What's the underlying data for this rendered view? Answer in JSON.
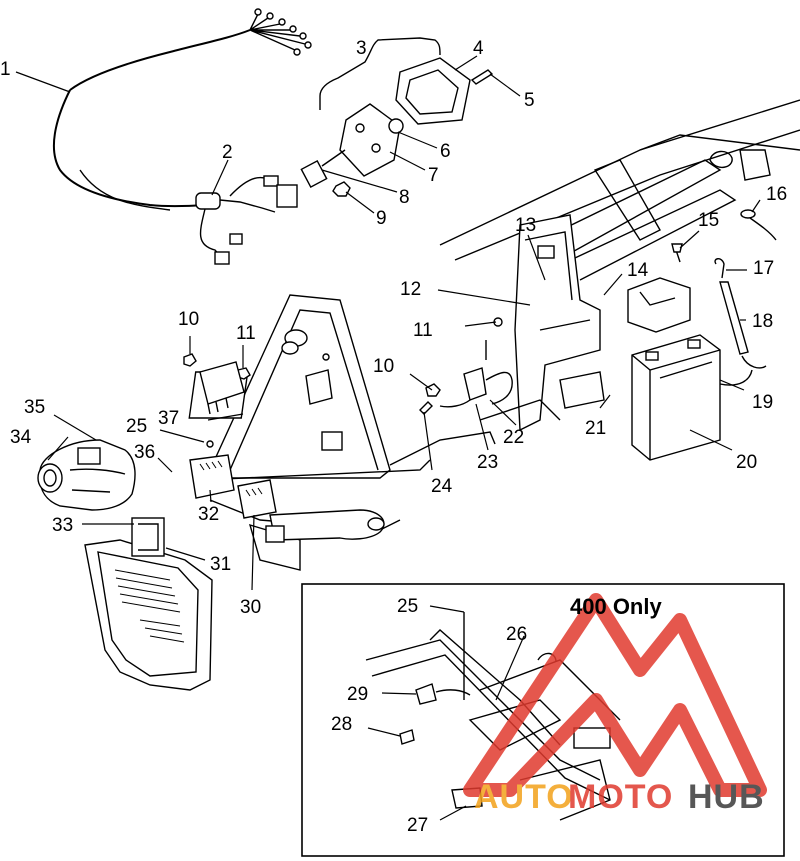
{
  "diagram": {
    "callouts": [
      {
        "id": "c1",
        "label": "1"
      },
      {
        "id": "c2",
        "label": "2"
      },
      {
        "id": "c3",
        "label": "3"
      },
      {
        "id": "c4",
        "label": "4"
      },
      {
        "id": "c5",
        "label": "5"
      },
      {
        "id": "c6",
        "label": "6"
      },
      {
        "id": "c7",
        "label": "7"
      },
      {
        "id": "c8",
        "label": "8"
      },
      {
        "id": "c9",
        "label": "9"
      },
      {
        "id": "c10a",
        "label": "10"
      },
      {
        "id": "c10b",
        "label": "10"
      },
      {
        "id": "c11a",
        "label": "11"
      },
      {
        "id": "c11b",
        "label": "11"
      },
      {
        "id": "c12",
        "label": "12"
      },
      {
        "id": "c13",
        "label": "13"
      },
      {
        "id": "c14",
        "label": "14"
      },
      {
        "id": "c15",
        "label": "15"
      },
      {
        "id": "c16",
        "label": "16"
      },
      {
        "id": "c17",
        "label": "17"
      },
      {
        "id": "c18",
        "label": "18"
      },
      {
        "id": "c19",
        "label": "19"
      },
      {
        "id": "c20",
        "label": "20"
      },
      {
        "id": "c21",
        "label": "21"
      },
      {
        "id": "c22",
        "label": "22"
      },
      {
        "id": "c23",
        "label": "23"
      },
      {
        "id": "c24",
        "label": "24"
      },
      {
        "id": "c25a",
        "label": "25"
      },
      {
        "id": "c25b",
        "label": "25"
      },
      {
        "id": "c26",
        "label": "26"
      },
      {
        "id": "c27",
        "label": "27"
      },
      {
        "id": "c28",
        "label": "28"
      },
      {
        "id": "c29",
        "label": "29"
      },
      {
        "id": "c30",
        "label": "30"
      },
      {
        "id": "c31",
        "label": "31"
      },
      {
        "id": "c32",
        "label": "32"
      },
      {
        "id": "c33",
        "label": "33"
      },
      {
        "id": "c34",
        "label": "34"
      },
      {
        "id": "c35",
        "label": "35"
      },
      {
        "id": "c36",
        "label": "36"
      },
      {
        "id": "c37",
        "label": "37"
      }
    ],
    "inset_title": "400 Only"
  },
  "watermark": {
    "text_auto": "AUTO",
    "text_moto": "MOTO",
    "text_hub": "HUB",
    "color_primary": "#e03a2e",
    "color_secondary": "#f3a21b",
    "color_dark": "#3a3a3a"
  }
}
